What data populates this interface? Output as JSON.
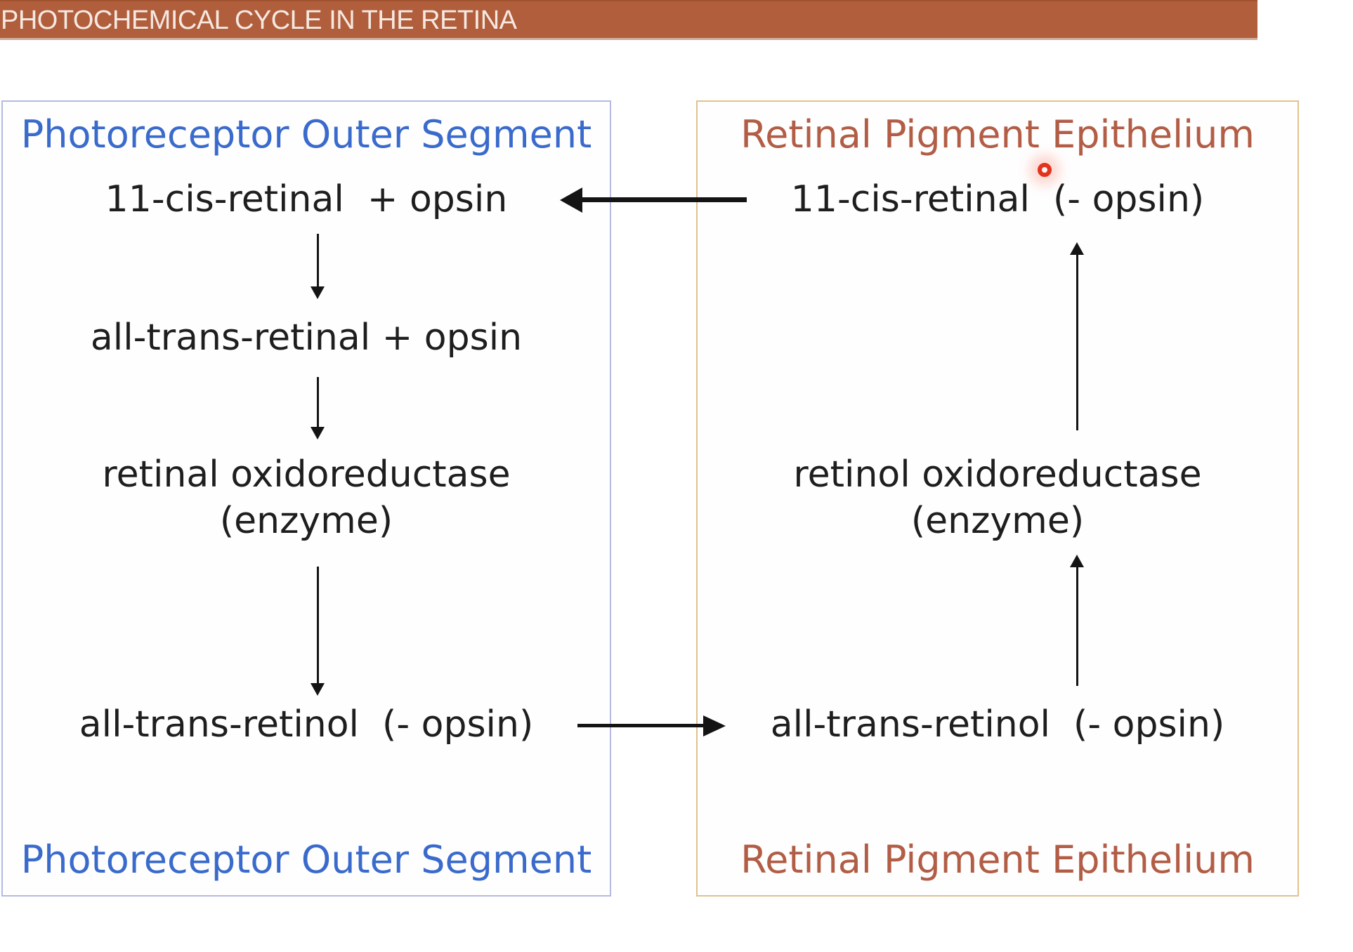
{
  "header": {
    "title": "PHOTOCHEMICAL CYCLE IN THE RETINA",
    "bg_color": "#b15e3c",
    "text_color": "#f5e9e2"
  },
  "diagram": {
    "left_panel": {
      "title_top": "Photoreceptor Outer Segment",
      "title_bottom": "Photoreceptor Outer Segment",
      "title_color": "#3a6bcc",
      "border_color": "#b4bae2",
      "nodes": {
        "0": "11-cis-retinal  + opsin",
        "1": "all-trans-retinal + opsin",
        "2": "retinal oxidoreductase\n(enzyme)",
        "3": "all-trans-retinol  (- opsin)"
      }
    },
    "right_panel": {
      "title_top": "Retinal Pigment Epithelium",
      "title_bottom": "Retinal Pigment Epithelium",
      "title_color": "#b25d45",
      "border_color": "#dfc28e",
      "nodes": {
        "0": "11-cis-retinal  (- opsin)",
        "1": "retinol oxidoreductase\n(enzyme)",
        "2": "all-trans-retinol  (- opsin)"
      }
    },
    "connections": [
      {
        "from": "11-cis-retinal + opsin",
        "to": "all-trans-retinal + opsin",
        "direction": "down",
        "panel": "left"
      },
      {
        "from": "all-trans-retinal + opsin",
        "to": "retinal oxidoreductase (enzyme)",
        "direction": "down",
        "panel": "left"
      },
      {
        "from": "retinal oxidoreductase (enzyme)",
        "to": "all-trans-retinol (- opsin)",
        "direction": "down",
        "panel": "left"
      },
      {
        "from": "all-trans-retinol (- opsin) [left]",
        "to": "all-trans-retinol (- opsin) [right]",
        "direction": "right",
        "panel": "across"
      },
      {
        "from": "all-trans-retinol (- opsin)",
        "to": "retinol oxidoreductase (enzyme)",
        "direction": "up",
        "panel": "right"
      },
      {
        "from": "retinol oxidoreductase (enzyme)",
        "to": "11-cis-retinal (- opsin)",
        "direction": "up",
        "panel": "right"
      },
      {
        "from": "11-cis-retinal (- opsin) [right]",
        "to": "11-cis-retinal + opsin [left]",
        "direction": "left",
        "panel": "across"
      }
    ],
    "text_color": "#1e1e1e"
  },
  "pointer": {
    "type": "laser-dot",
    "color": "#e2331e"
  }
}
